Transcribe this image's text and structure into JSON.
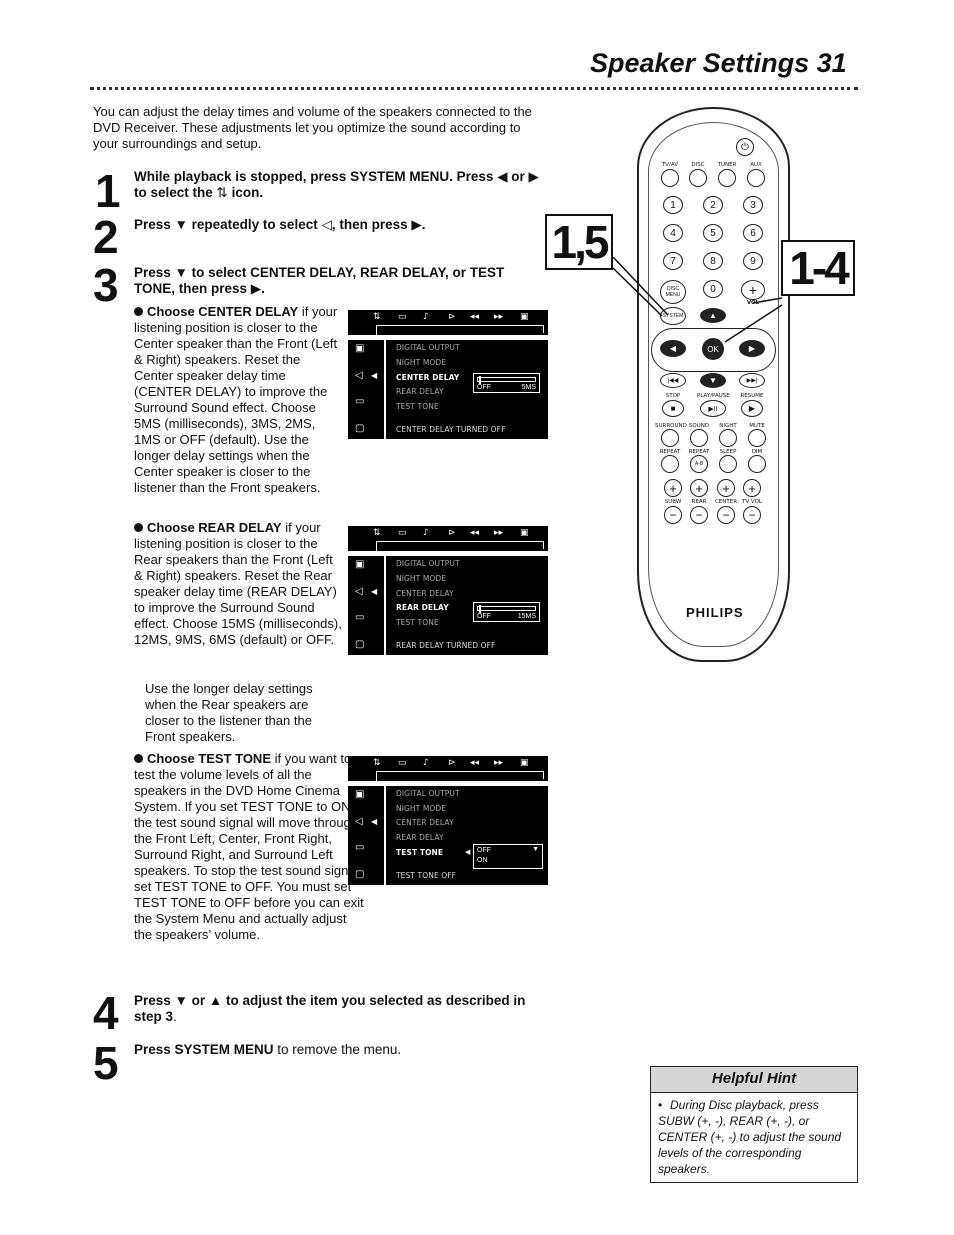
{
  "header": {
    "title": "Speaker Settings  31"
  },
  "intro": "You can adjust the delay times and volume of the speakers connected to the DVD Receiver. These adjustments let you optimize the sound according to your surroundings and setup.",
  "steps": [
    {
      "num": "1",
      "text_a": "While playback is stopped, press SYSTEM MENU. Press ◀ or ▶ to select the",
      "icon": "⇅",
      "text_b": "icon."
    },
    {
      "num": "2",
      "text_a": "Press ▼ repeatedly to select",
      "icon": "◁",
      "text_b": ", then press ▶."
    },
    {
      "num": "3",
      "text": "Press ▼ to select CENTER DELAY, REAR DELAY, or TEST TONE, then press ▶."
    },
    {
      "num": "4",
      "text_a": "Press ▼ or ▲ to adjust the item you selected as described in step 3",
      "text_b": "."
    },
    {
      "num": "5",
      "text_a": "Press SYSTEM MENU",
      "text_b": " to remove the menu."
    }
  ],
  "bullets": {
    "center": {
      "lead": "Choose CENTER DELAY",
      "rest": " if your listening position is closer to the Center speaker than the Front (Left & Right) speakers. Reset the Center speaker delay time (CENTER DELAY) to improve the Surround Sound effect. Choose 5MS (milliseconds), 3MS, 2MS, 1MS or OFF (default). Use the longer delay settings when the Center speaker is closer to the listener than the Front speakers."
    },
    "rear": {
      "lead": "Choose REAR DELAY",
      "rest": " if your listening position is closer to the Rear speakers than the Front (Left & Right) speakers. Reset the Rear speaker delay time (REAR DELAY) to improve the Surround Sound effect. Choose 15MS (milliseconds), 12MS, 9MS, 6MS (default) or OFF.",
      "rest2": "Use the longer delay settings when the Rear speakers are closer to the listener than the Front speakers."
    },
    "test": {
      "lead": "Choose TEST TONE",
      "rest": " if you want to test the volume levels of all the speakers in the DVD Home Cinema System. If you set TEST TONE to ON, the test sound signal will move through the Front Left, Center, Front Right, Surround Right, and Surround Left speakers. To stop the test sound signal, set TEST TONE to OFF. You must set TEST TONE to OFF before you can exit the System Menu and actually adjust the speakers’ volume."
    }
  },
  "osd": {
    "menu_icons": [
      "⇅",
      "▭",
      "♪",
      "⊳",
      "◂◂",
      "▸▸",
      "▣"
    ],
    "side_icons": [
      "▣",
      "◁",
      "▭",
      "▢"
    ],
    "items": [
      "DIGITAL OUTPUT",
      "NIGHT MODE",
      "CENTER DELAY",
      "REAR DELAY",
      "TEST TONE"
    ],
    "screen1": {
      "status": "CENTER DELAY TURNED OFF",
      "slider_lo": "OFF",
      "slider_hi": "5MS"
    },
    "screen2": {
      "status": "REAR DELAY TURNED OFF",
      "slider_lo": "OFF",
      "slider_hi": "15MS"
    },
    "screen3": {
      "status": "TEST TONE OFF",
      "options": [
        "OFF",
        "ON"
      ],
      "dropdown": "▼"
    }
  },
  "remote": {
    "brand": "PHILIPS",
    "power": "⏻",
    "source_labels": [
      "TV/AV",
      "DISC",
      "TUNER",
      "AUX"
    ],
    "digits": [
      "1",
      "2",
      "3",
      "4",
      "5",
      "6",
      "7",
      "8",
      "9"
    ],
    "disc_menu": "DISC MENU",
    "zero": "0",
    "vol_label": "VOL",
    "vol_plus": "+",
    "system_label": "SYSTEM",
    "ok_label": "OK",
    "up_arrow": "▲",
    "down_arrow": "▼",
    "left_arrow": "◀",
    "right_arrow": "▶",
    "transport_icons": [
      "|◀◀",
      "▼",
      "▶▶|"
    ],
    "transport_labels": [
      "STOP",
      "PLAY/PAUSE",
      "RESUME"
    ],
    "transport_btns": [
      "■",
      "▶II",
      "▶"
    ],
    "row_a_labels": [
      "SURROUND",
      "SOUND",
      "NIGHT",
      "MUTE"
    ],
    "row_b_labels": [
      "REPEAT",
      "REPEAT",
      "SLEEP",
      "DIM"
    ],
    "row_b_inner": [
      "",
      "A-B",
      "",
      ""
    ],
    "level_labels": [
      "SUBW",
      "REAR",
      "CENTER",
      "TV VOL"
    ],
    "plus": "+",
    "minus": "−"
  },
  "callouts": {
    "left": "1,5",
    "right": "1-4"
  },
  "hint": {
    "title": "Helpful Hint",
    "bullet": "•",
    "text": "During Disc playback, press SUBW (+, -), REAR (+, -), or CENTER (+, -) to adjust the sound levels of the corresponding speakers."
  }
}
